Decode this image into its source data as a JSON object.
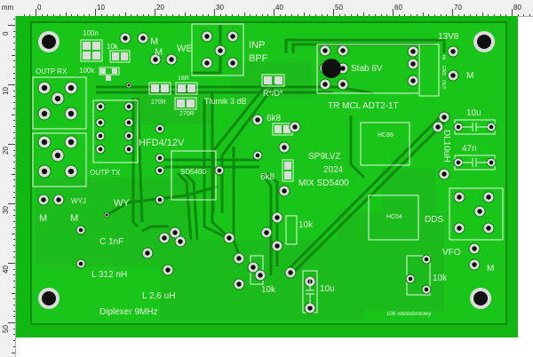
{
  "ruler": {
    "unit": "mm",
    "top_labels": [
      "0",
      "10",
      "20",
      "30",
      "40",
      "50",
      "60",
      "70",
      "80"
    ],
    "left_labels": [
      "0",
      "10",
      "20",
      "30",
      "40",
      "50"
    ]
  },
  "colors": {
    "board_outer": "#11b811",
    "board_inner": "#19c519",
    "copper_fill": "#20d020",
    "trace": "#0e8a0e",
    "silk": "#e8f5e0",
    "pad": "#dcdcdc",
    "hole": "#101010"
  },
  "labels": {
    "cap_100n": "100n",
    "res_10k_top": "10k",
    "res_100k": "100k",
    "m_top1": "M",
    "m_top2": "M",
    "we": "WE",
    "inp": "INP",
    "bpf": "BPF",
    "r18": "18R",
    "r270a": "270R",
    "r270b": "270R",
    "tlumik": "Tlumik 3 dB",
    "rd": "R*/D*",
    "outp_rx": "OUTP RX",
    "outp_tx": "OUTP TX",
    "hfd4": "HFD4/12V",
    "sd5400_chip": "SD5400",
    "wyj": "WYJ",
    "wy": "WY",
    "m_left1": "M",
    "m_left2": "M",
    "c1nf": "C 1nF",
    "l312": "L 312 nH",
    "l26": "L 2,6 uH",
    "diplexer": "Diplexer 9MHz",
    "r6k8a": "6k8",
    "r6k8b": "6k8",
    "sp9lvz": "SP9LVZ",
    "year": "2024",
    "mix": "MIX SD5400",
    "stab": "Stab 6V",
    "tr": "TR MCL ADT2-1T",
    "v13": "13V8",
    "m_right": "M",
    "pin_in": "IN",
    "pin_gnd": "GND",
    "pin_out": "OUT",
    "hc86": "HC86",
    "hc04": "HC04",
    "c10u_top": "10u",
    "c47n": "47n",
    "dl10uh": "DL10uH",
    "dds": "DDS",
    "vfo": "VFO",
    "m_vfo": "M",
    "pot10k_a": "10k",
    "pot10k_b": "10k",
    "pot10k_c": "10k",
    "c10u_bottom": "10u",
    "wieloobrotowy": "10K wieloobrotowy"
  }
}
